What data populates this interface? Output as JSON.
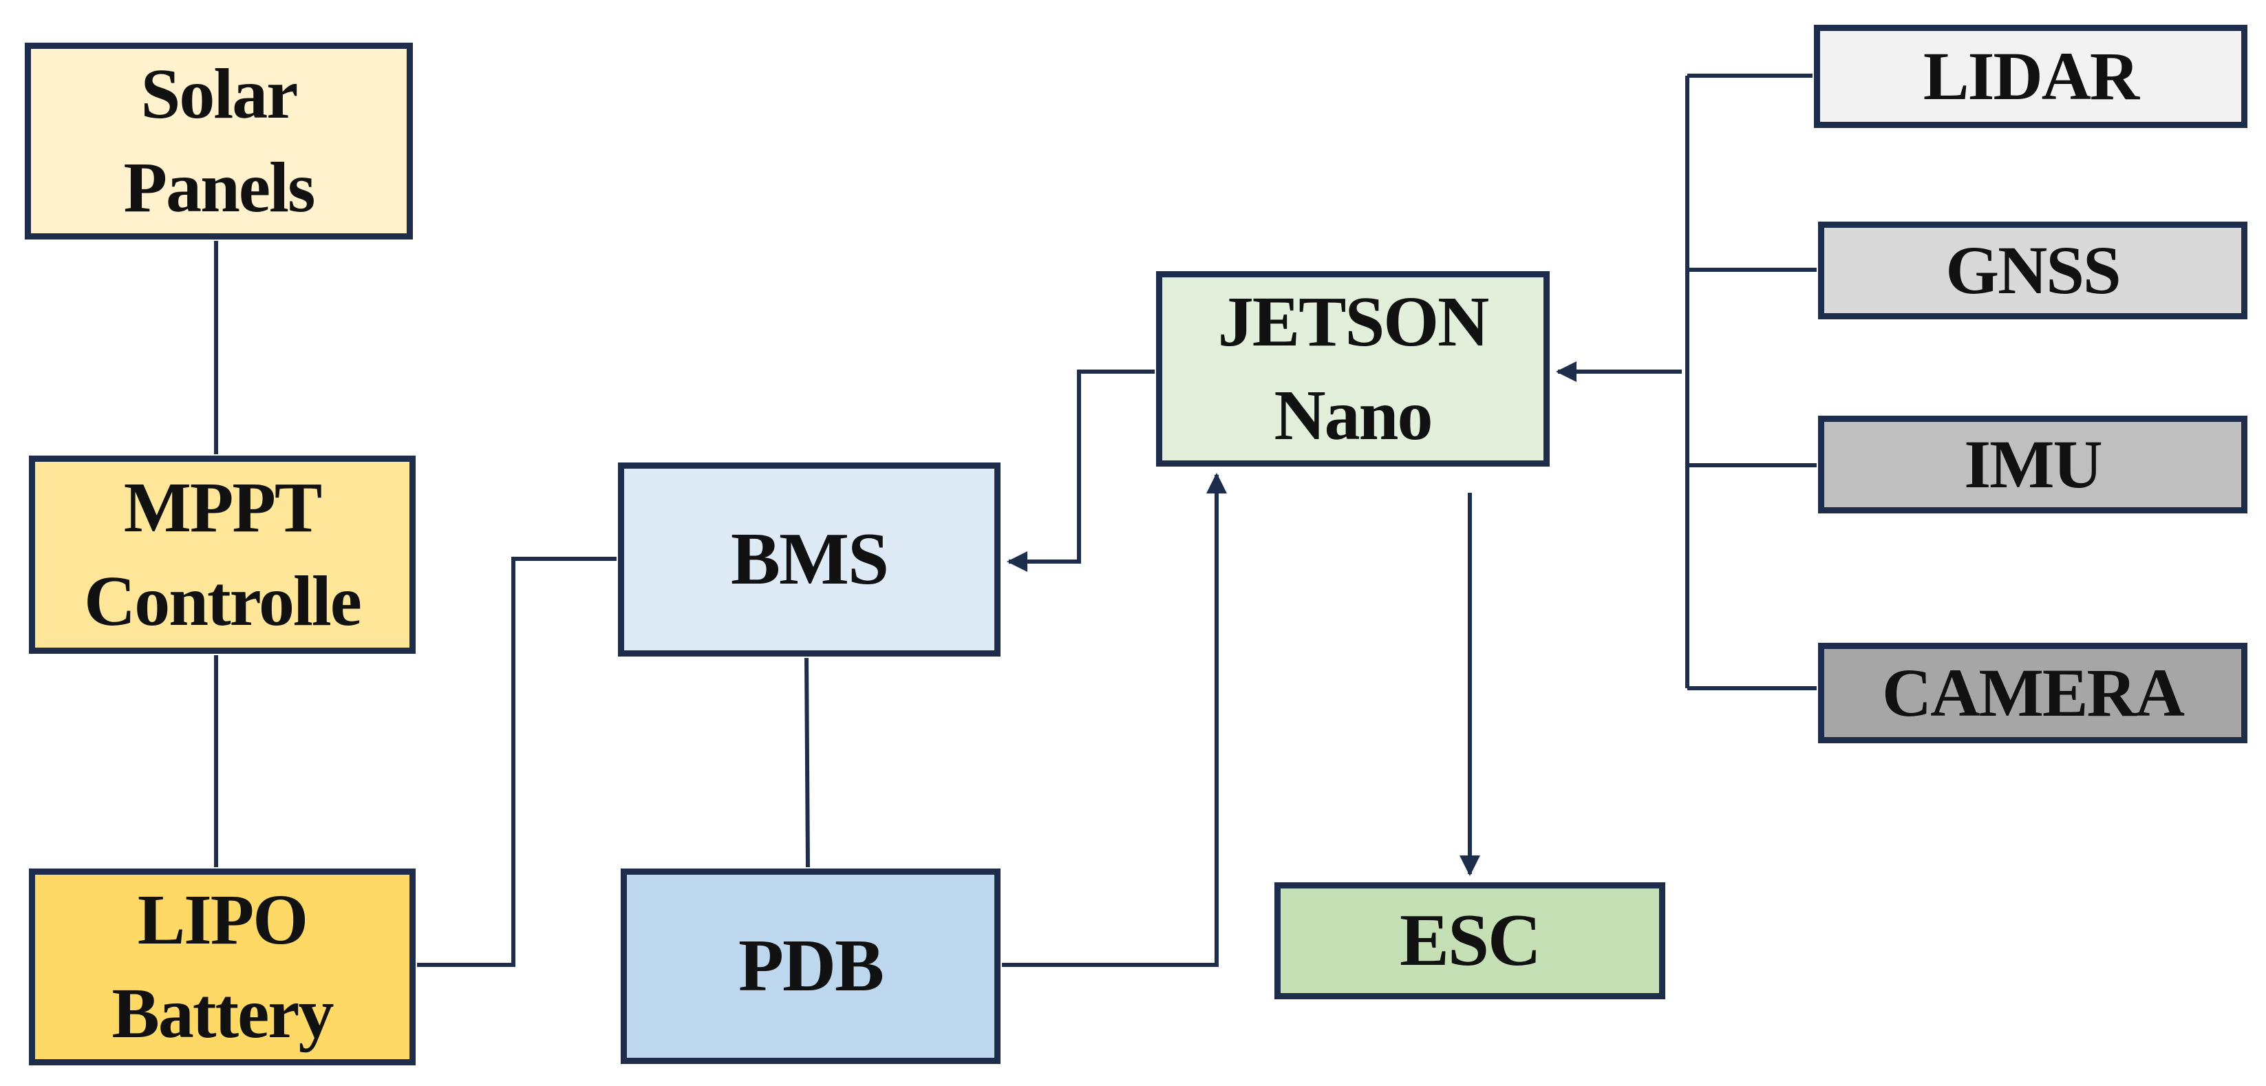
{
  "diagram": {
    "nodes": {
      "solar": {
        "label": "Solar\nPanels",
        "fill": "#fff2cc"
      },
      "mppt": {
        "label": "MPPT\nControlle",
        "fill": "#ffe699"
      },
      "lipo": {
        "label": "LIPO\nBattery",
        "fill": "#ffd966"
      },
      "bms": {
        "label": "BMS",
        "fill": "#deebf7"
      },
      "pdb": {
        "label": "PDB",
        "fill": "#bdd7ee"
      },
      "jetson": {
        "label": "JETSON\nNano",
        "fill": "#e2efda"
      },
      "esc": {
        "label": "ESC",
        "fill": "#c5e0b4"
      },
      "lidar": {
        "label": "LIDAR",
        "fill": "#f2f2f2"
      },
      "gnss": {
        "label": "GNSS",
        "fill": "#d9d9d9"
      },
      "imu": {
        "label": "IMU",
        "fill": "#bfbfbf"
      },
      "camera": {
        "label": "CAMERA",
        "fill": "#a6a6a6"
      }
    },
    "edges": [
      {
        "from": "solar",
        "to": "mppt",
        "arrow": false
      },
      {
        "from": "mppt",
        "to": "lipo",
        "arrow": false
      },
      {
        "from": "lipo",
        "to": "bms",
        "arrow": false
      },
      {
        "from": "bms",
        "to": "pdb",
        "arrow": false
      },
      {
        "from": "pdb",
        "to": "jetson",
        "arrow": true
      },
      {
        "from": "jetson",
        "to": "bms",
        "arrow": true
      },
      {
        "from": "jetson",
        "to": "esc",
        "arrow": true
      },
      {
        "from": "sensors",
        "to": "jetson",
        "arrow": true
      },
      {
        "from": "lidar",
        "to": "sensors",
        "arrow": false
      },
      {
        "from": "gnss",
        "to": "sensors",
        "arrow": false
      },
      {
        "from": "imu",
        "to": "sensors",
        "arrow": false
      },
      {
        "from": "camera",
        "to": "sensors",
        "arrow": false
      }
    ],
    "line_color": "#1f2d4d",
    "border_color": "#1f2d4d"
  }
}
